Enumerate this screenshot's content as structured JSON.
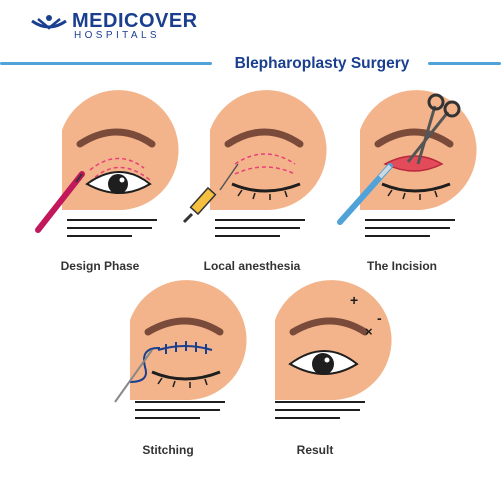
{
  "header": {
    "brand": "MEDICOVER",
    "brand_sub": "HOSPITALS"
  },
  "banner": {
    "title": "Blepharoplasty Surgery"
  },
  "stages": [
    {
      "label": "Design Phase"
    },
    {
      "label": "Local anesthesia"
    },
    {
      "label": "The Incision"
    },
    {
      "label": "Stitching"
    },
    {
      "label": "Result"
    }
  ],
  "result_marks": {
    "plus": "+",
    "minus": "-",
    "cross": "×"
  },
  "colors": {
    "skin": "#f4b48b",
    "brow": "#7a4a3a",
    "navy": "#1b3f8f",
    "accent": "#4fa3d8",
    "marking": "#e8407a"
  }
}
